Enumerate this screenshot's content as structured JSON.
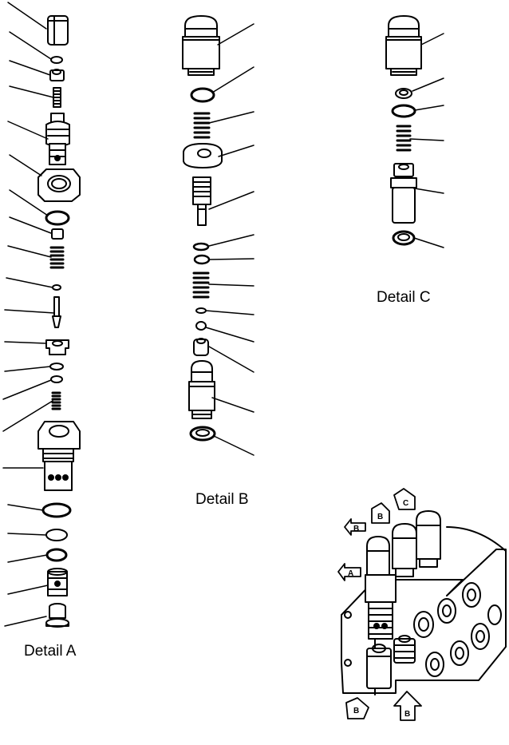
{
  "details": {
    "a": {
      "caption": "Detail A"
    },
    "b": {
      "caption": "Detail B"
    },
    "c": {
      "caption": "Detail C"
    }
  },
  "view_tags": [
    {
      "id": "tag-b-left",
      "letter": "B"
    },
    {
      "id": "tag-b-mid",
      "letter": "B"
    },
    {
      "id": "tag-c-top",
      "letter": "C"
    },
    {
      "id": "tag-a-left",
      "letter": "A"
    },
    {
      "id": "tag-b-bottom-left",
      "letter": "B"
    },
    {
      "id": "tag-b-bottom-right",
      "letter": "B"
    }
  ],
  "colors": {
    "line": "#000000",
    "background": "#ffffff"
  }
}
